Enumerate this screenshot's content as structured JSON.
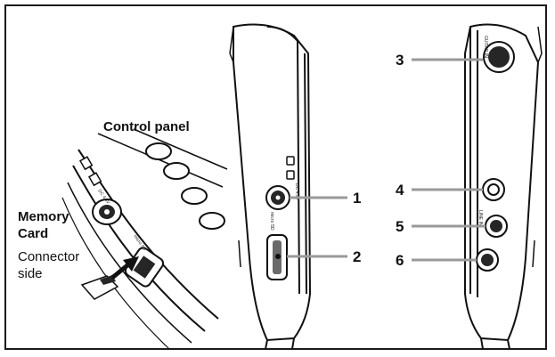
{
  "labels": {
    "control_panel": "Control panel",
    "memory_card_line1": "Memory",
    "memory_card_line2": "Card",
    "connector_line1": "Connector",
    "connector_line2": "side"
  },
  "callouts": [
    "1",
    "2",
    "3",
    "4",
    "5",
    "6"
  ],
  "port_text": {
    "dc": "DC 4.5V",
    "micro_sd": "micro SD",
    "guitar_in": "GUITAR IN",
    "line_in": "LINE IN"
  },
  "colors": {
    "ink": "#111111",
    "frame": "#1a1a1a",
    "leader": "#9a9a9a",
    "fill_dark": "#262626",
    "fill_mid": "#6a6a6a",
    "paper": "#ffffff"
  }
}
